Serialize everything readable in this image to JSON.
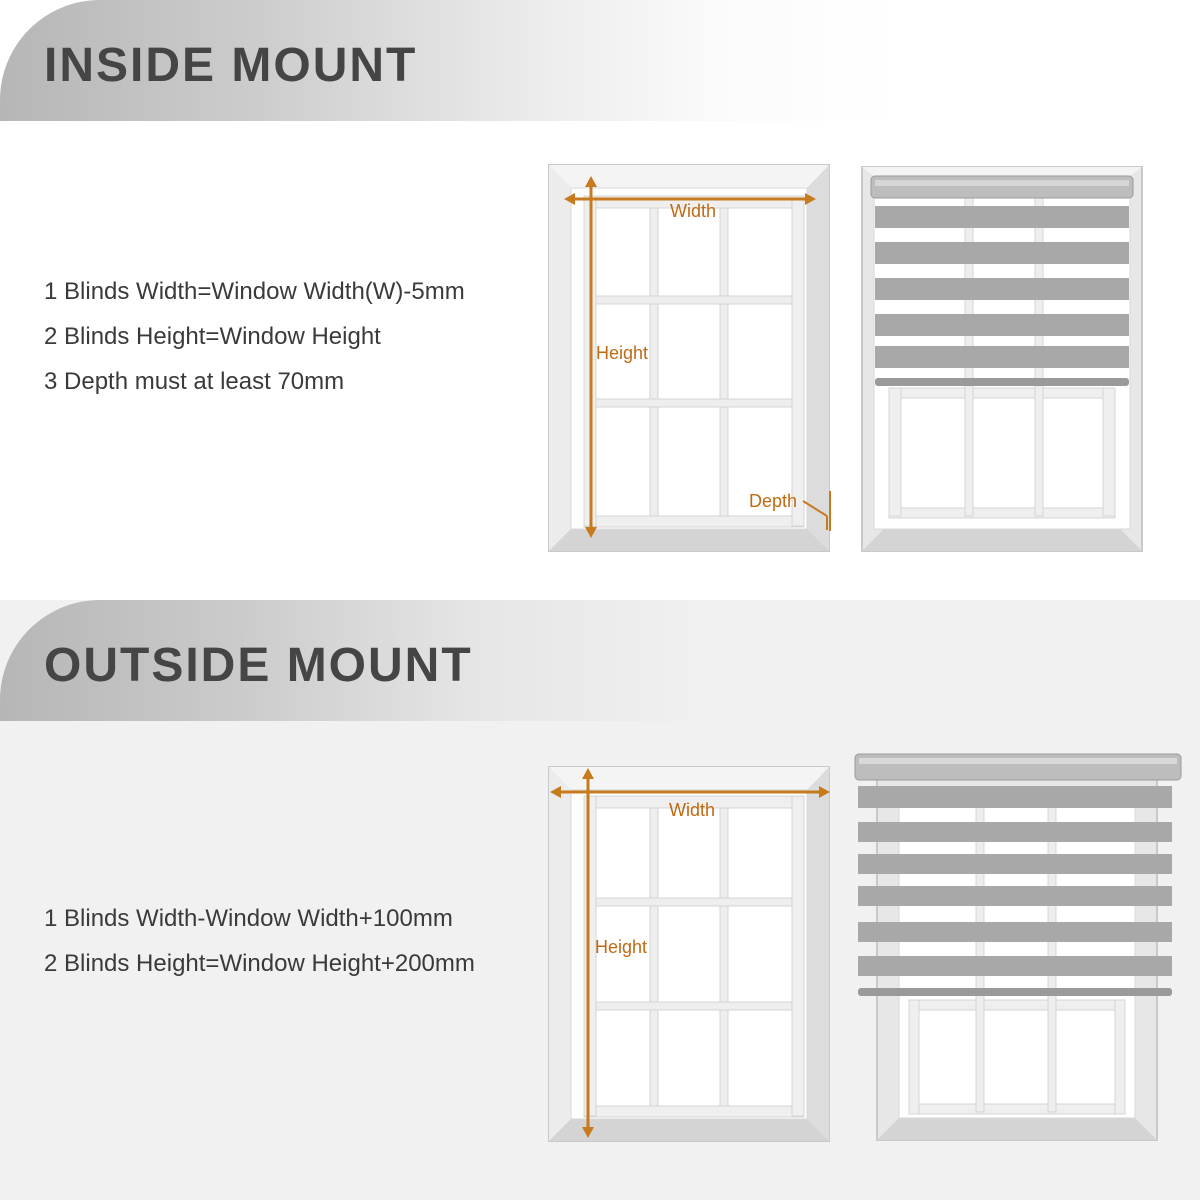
{
  "inside_mount": {
    "title": "INSIDE MOUNT",
    "rules": [
      "1 Blinds Width=Window Width(W)-5mm",
      "2 Blinds Height=Window Height",
      "3 Depth must at least 70mm"
    ],
    "labels": {
      "width": "Width",
      "height": "Height",
      "depth": "Depth"
    }
  },
  "outside_mount": {
    "title": "OUTSIDE MOUNT",
    "rules": [
      "1 Blinds Width-Window Width+100mm",
      "2 Blinds Height=Window Height+200mm"
    ],
    "labels": {
      "width": "Width",
      "height": "Height"
    }
  },
  "colors": {
    "dimension_arrow": "#c87a1e",
    "blind_band": "#a8a8a8",
    "frame": "#e6e6e6",
    "title_text": "#454545"
  }
}
